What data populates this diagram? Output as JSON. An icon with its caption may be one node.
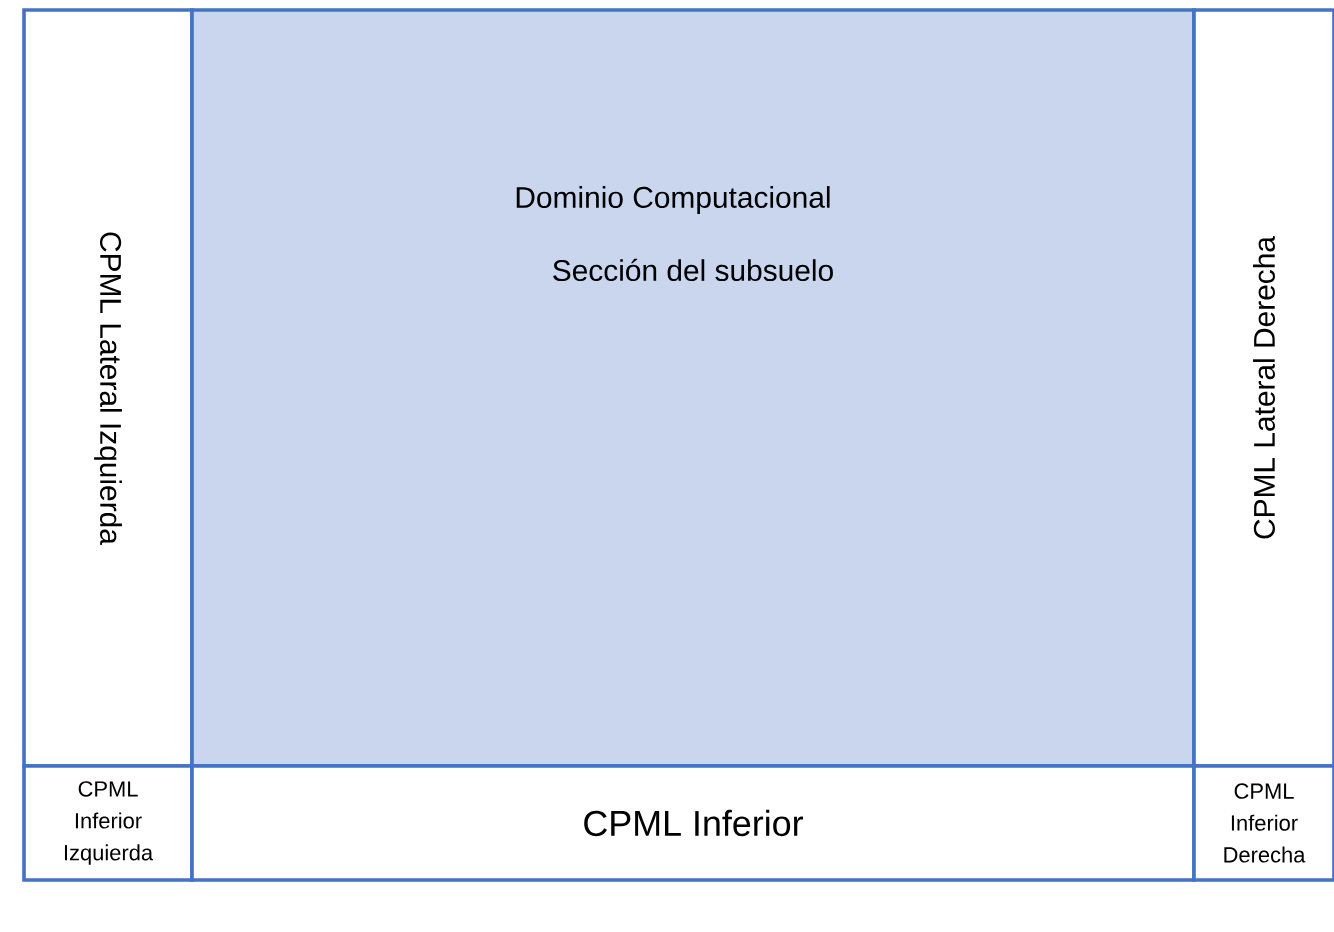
{
  "diagram": {
    "nodes": [
      {
        "text": [
          "CPML Lateral Izquierda"
        ]
      },
      {
        "text": [
          "Dominio Computacional",
          "Sección del subsuelo"
        ]
      },
      {
        "text": [
          "CPML Lateral Derecha"
        ]
      },
      {
        "text": [
          "CPML Inferior Izquierda"
        ]
      },
      {
        "text": [
          "CPML Inferior"
        ]
      },
      {
        "text": [
          "CPML Inferior Derecha"
        ]
      }
    ]
  }
}
